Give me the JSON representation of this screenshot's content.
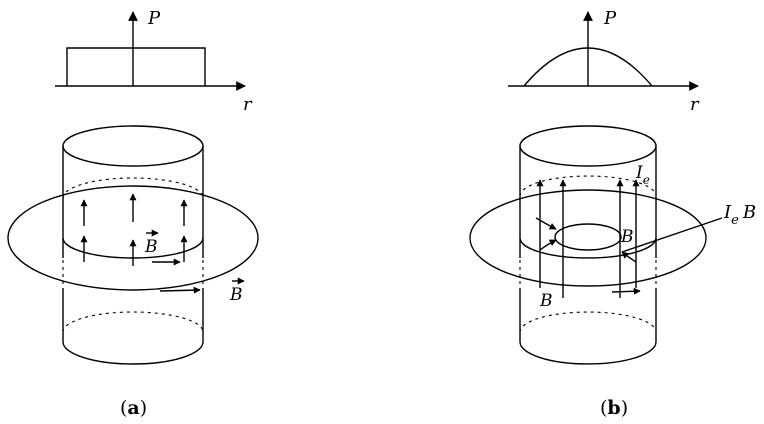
{
  "panel_a": {
    "profile_axis_y": "P",
    "profile_axis_x": "r",
    "field_label_inner": "B",
    "field_label_outer": "B",
    "caption_open": "(",
    "caption_letter": "a",
    "caption_close": ")"
  },
  "panel_b": {
    "profile_axis_y": "P",
    "profile_axis_x": "r",
    "current_label": "I",
    "current_subscript": "e",
    "force_label_I": "I",
    "force_label_sub": "e",
    "force_label_B": "B",
    "field_label_ring": "B",
    "field_label_bottom": "B",
    "caption_open": "(",
    "caption_letter": "b",
    "caption_close": ")"
  }
}
